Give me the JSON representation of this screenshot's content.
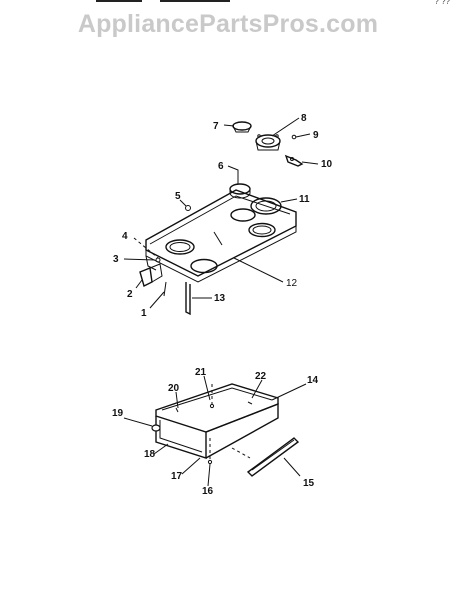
{
  "watermark": "AppliancePartsPros.com",
  "corner_mark": "? ??",
  "colors": {
    "watermark": "#c9c9c9",
    "ink": "#111111",
    "background": "#ffffff"
  },
  "callouts": {
    "c1": "1",
    "c2": "2",
    "c3": "3",
    "c4": "4",
    "c5": "5",
    "c6": "6",
    "c7": "7",
    "c8": "8",
    "c9": "9",
    "c10": "10",
    "c11": "11",
    "c12": "12",
    "c13": "13",
    "c14": "14",
    "c15": "15",
    "c16": "16",
    "c17": "17",
    "c18": "18",
    "c19": "19",
    "c20": "20",
    "c21": "21",
    "c22": "22"
  }
}
